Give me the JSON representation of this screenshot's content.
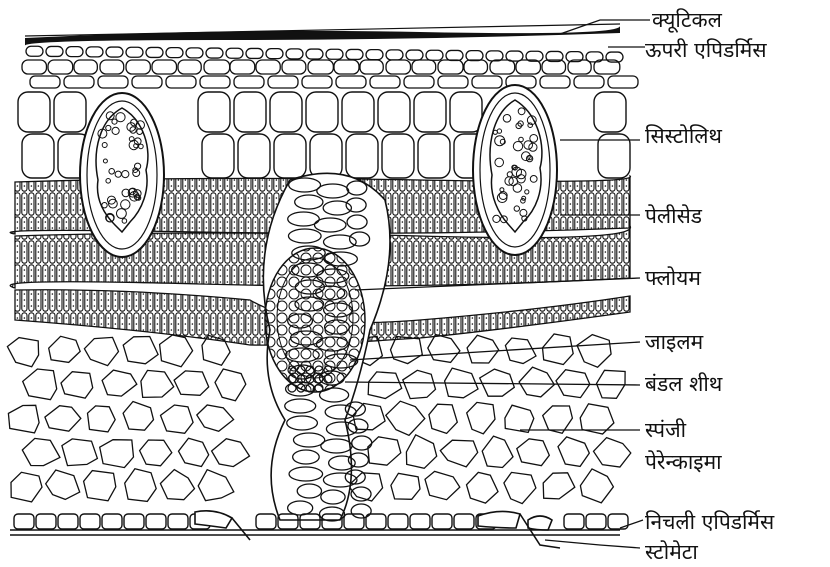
{
  "labels": {
    "cuticle": "क्यूटिकल",
    "upper_epidermis": "ऊपरी एपिडर्मिस",
    "cystolith": "सिस्टोलिथ",
    "palisade": "पेलीसेड",
    "phloem": "फ्लोयम",
    "xylem": "जाइलम",
    "bundle_sheath": "बंडल शीथ",
    "spongy_line1": "स्पंजी",
    "spongy_line2": "पेरेन्काइमा",
    "lower_epidermis": "निचली एपिडर्मिस",
    "stomata": "स्टोमेटा"
  },
  "colors": {
    "ink": "#111111",
    "paper": "#ffffff"
  }
}
